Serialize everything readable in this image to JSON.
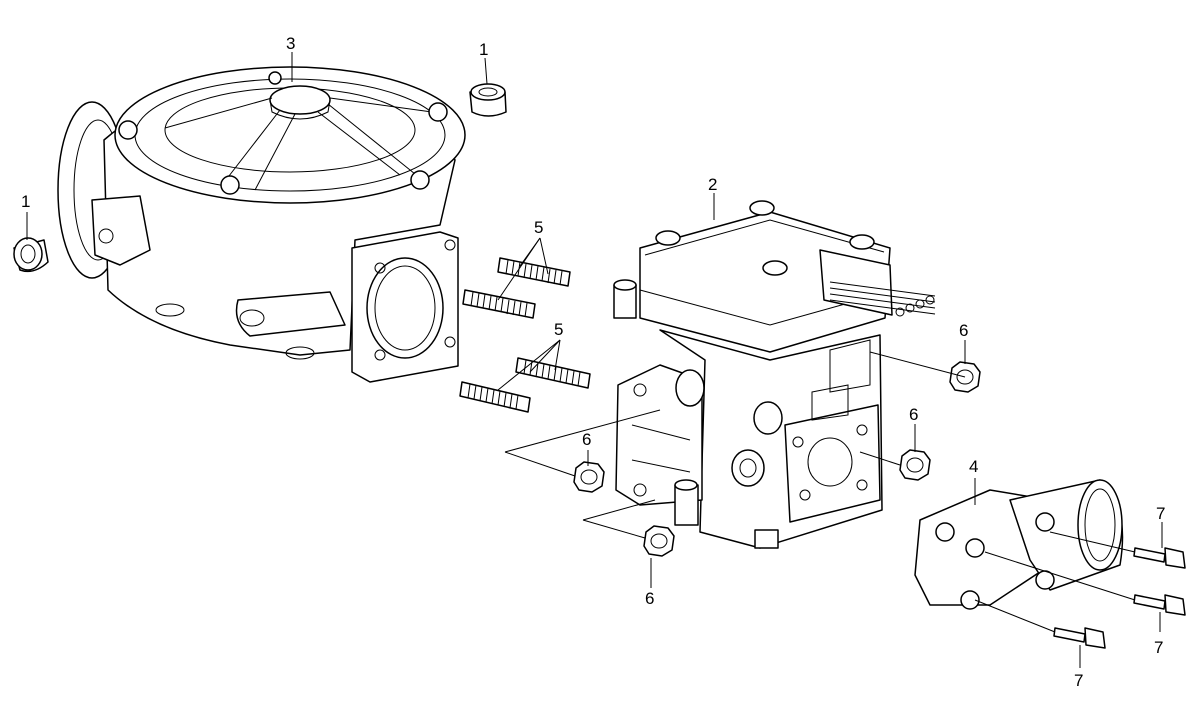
{
  "callouts": [
    {
      "id": "c3",
      "text": "3"
    },
    {
      "id": "c1a",
      "text": "1"
    },
    {
      "id": "c1b",
      "text": "1"
    },
    {
      "id": "c2",
      "text": "2"
    },
    {
      "id": "c5a",
      "text": "5"
    },
    {
      "id": "c5b",
      "text": "5"
    },
    {
      "id": "c6a",
      "text": "6"
    },
    {
      "id": "c6b",
      "text": "6"
    },
    {
      "id": "c6c",
      "text": "6"
    },
    {
      "id": "c6d",
      "text": "6"
    },
    {
      "id": "c4",
      "text": "4"
    },
    {
      "id": "c7a",
      "text": "7"
    },
    {
      "id": "c7b",
      "text": "7"
    },
    {
      "id": "c7c",
      "text": "7"
    }
  ]
}
